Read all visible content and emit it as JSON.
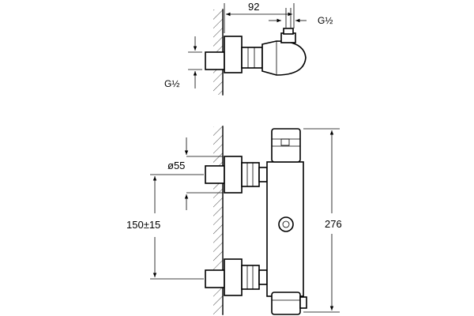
{
  "top_view": {
    "dim_width": "92",
    "thread_top": "G½",
    "thread_left": "G½"
  },
  "front_view": {
    "dim_diameter": "ø55",
    "dim_spacing": "150±15",
    "dim_height": "276"
  }
}
